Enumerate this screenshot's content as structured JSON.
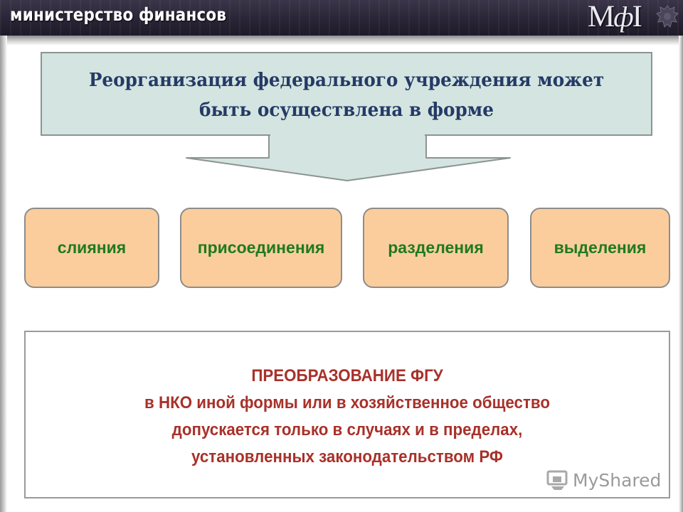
{
  "header": {
    "title": "министерство финансов",
    "logo_text_1": "М",
    "logo_text_2": "ф",
    "logo_text_3": "I"
  },
  "diagram": {
    "heading_line1": "Реорганизация федерального учреждения может",
    "heading_line2": "быть осуществлена в форме",
    "forms": [
      "слияния",
      "присоединения",
      "разделения",
      "выделения"
    ],
    "note_lines": [
      "ПРЕОБРАЗОВАНИЕ ФГУ",
      "в НКО иной формы или в хозяйственное общество",
      "допускается только в случаях и в пределах,",
      "установленных законодательством РФ"
    ]
  },
  "watermark": {
    "text": "MyShared"
  },
  "colors": {
    "heading_text": "#243a66",
    "heading_box": "#d4e4e0",
    "option_box": "#fbcd9d",
    "option_text": "#1f7a1f",
    "note_text": "#a8312a"
  }
}
